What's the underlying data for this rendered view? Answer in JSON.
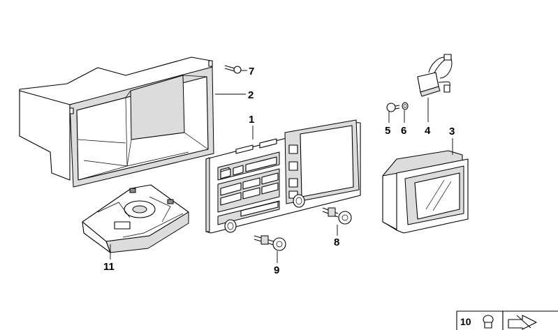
{
  "diagram": {
    "callouts": [
      {
        "id": "1",
        "label": "1",
        "part": "control-panel"
      },
      {
        "id": "2",
        "label": "2",
        "part": "housing"
      },
      {
        "id": "3",
        "label": "3",
        "part": "monitor-display"
      },
      {
        "id": "4",
        "label": "4",
        "part": "wiring-module"
      },
      {
        "id": "5",
        "label": "5",
        "part": "screw"
      },
      {
        "id": "6",
        "label": "6",
        "part": "washer"
      },
      {
        "id": "7",
        "label": "7",
        "part": "housing-screw"
      },
      {
        "id": "8",
        "label": "8",
        "part": "knob-right"
      },
      {
        "id": "9",
        "label": "9",
        "part": "knob-left"
      },
      {
        "id": "10",
        "label": "10",
        "part": "legend-screw"
      },
      {
        "id": "11",
        "label": "11",
        "part": "drive-mechanism"
      }
    ]
  }
}
